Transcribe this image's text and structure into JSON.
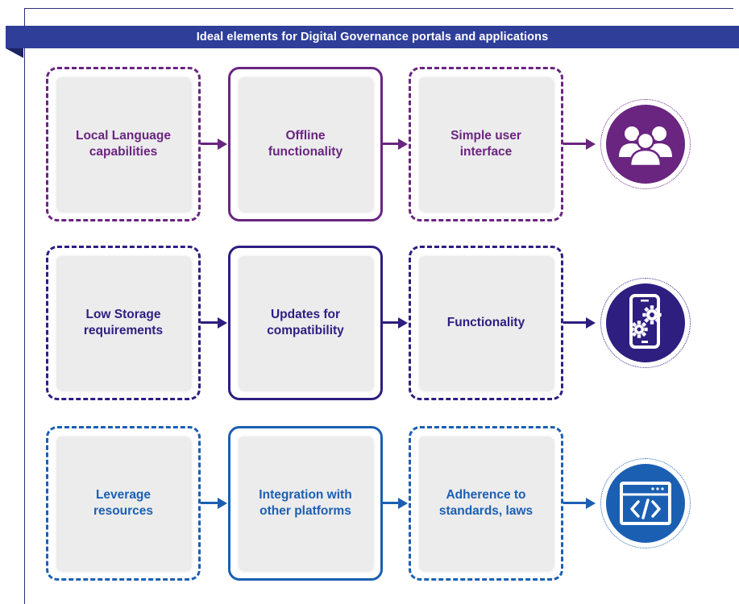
{
  "title": "Ideal elements for Digital Governance portals and applications",
  "rows": [
    {
      "color": "#6a2580",
      "items": [
        "Local Language capabilities",
        "Offline functionality",
        "Simple user interface"
      ],
      "icon": "users-group-icon"
    },
    {
      "color": "#2d1e80",
      "items": [
        "Low Storage requirements",
        "Updates for compatibility",
        "Functionality"
      ],
      "icon": "mobile-settings-icon"
    },
    {
      "color": "#1b5fb3",
      "items": [
        "Leverage resources",
        "Integration with other platforms",
        "Adherence to standards, laws"
      ],
      "icon": "code-window-icon"
    }
  ]
}
